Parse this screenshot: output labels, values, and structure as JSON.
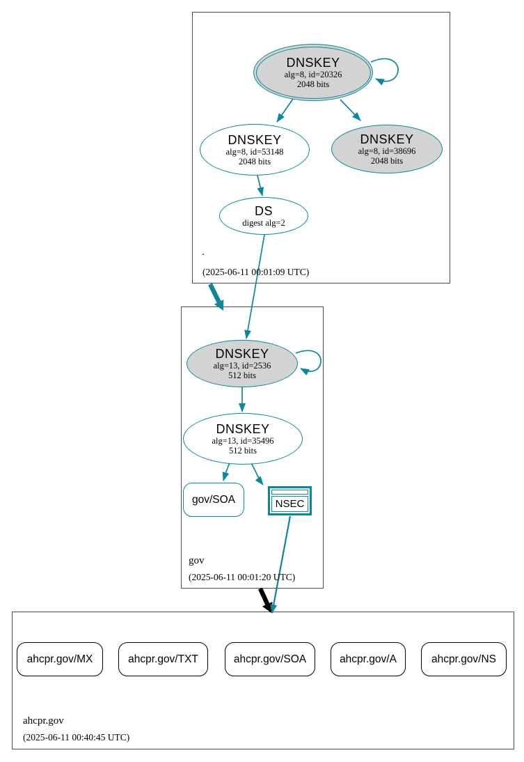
{
  "colors": {
    "secure_teal": "#0a879a",
    "node_fill_gray": "#d3d3d3",
    "node_border_black": "#000000",
    "zone_box_border": "#4d4d4d"
  },
  "zones": {
    "root": {
      "name": ".",
      "timestamp": "(2025-06-11 00:01:09 UTC)",
      "nodes": {
        "ksk": {
          "title": "DNSKEY",
          "line1": "alg=8, id=20326",
          "line2": "2048 bits"
        },
        "zsk": {
          "title": "DNSKEY",
          "line1": "alg=8, id=53148",
          "line2": "2048 bits"
        },
        "key38696": {
          "title": "DNSKEY",
          "line1": "alg=8, id=38696",
          "line2": "2048 bits"
        },
        "ds": {
          "title": "DS",
          "line1": "digest alg=2"
        }
      }
    },
    "gov": {
      "name": "gov",
      "timestamp": "(2025-06-11 00:01:20 UTC)",
      "nodes": {
        "ksk": {
          "title": "DNSKEY",
          "line1": "alg=13, id=2536",
          "line2": "512 bits"
        },
        "zsk": {
          "title": "DNSKEY",
          "line1": "alg=13, id=35496",
          "line2": "512 bits"
        },
        "soa": {
          "label": "gov/SOA"
        },
        "nsec": {
          "label": "NSEC"
        }
      }
    },
    "ahcpr": {
      "name": "ahcpr.gov",
      "timestamp": "(2025-06-11 00:40:45 UTC)",
      "rrsets": [
        {
          "label": "ahcpr.gov/MX"
        },
        {
          "label": "ahcpr.gov/TXT"
        },
        {
          "label": "ahcpr.gov/SOA"
        },
        {
          "label": "ahcpr.gov/A"
        },
        {
          "label": "ahcpr.gov/NS"
        }
      ]
    }
  }
}
